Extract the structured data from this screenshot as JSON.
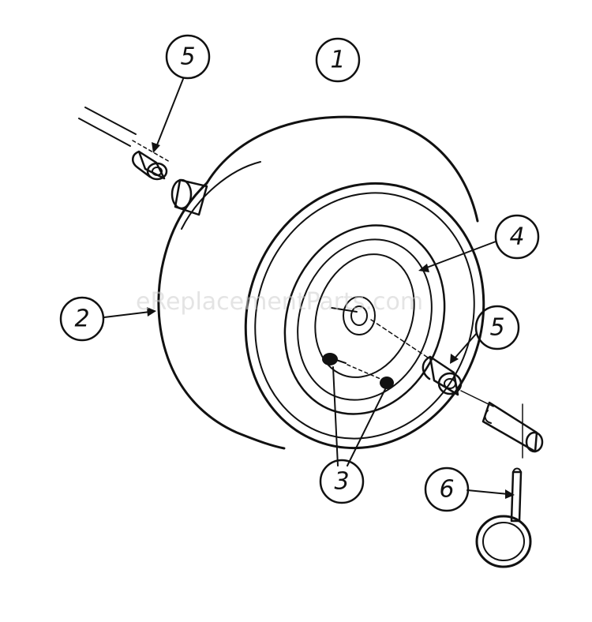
{
  "watermark": "eReplacementParts.com",
  "callouts": [
    {
      "id": "callout-1",
      "label": "1"
    },
    {
      "id": "callout-2",
      "label": "2"
    },
    {
      "id": "callout-3",
      "label": "3"
    },
    {
      "id": "callout-4",
      "label": "4"
    },
    {
      "id": "callout-5a",
      "label": "5"
    },
    {
      "id": "callout-5b",
      "label": "5"
    },
    {
      "id": "callout-6",
      "label": "6"
    }
  ],
  "colors": {
    "ink": "#111111",
    "paper": "#ffffff",
    "watermark": "#cfcfcf"
  }
}
